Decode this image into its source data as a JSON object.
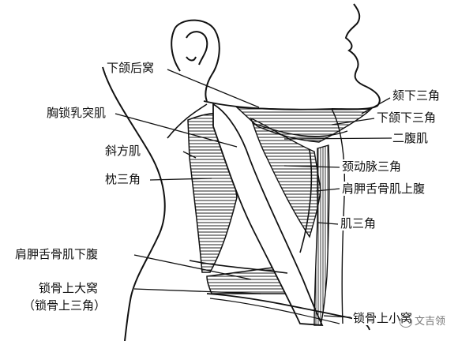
{
  "labels": {
    "retromandibular_fossa": "下颌后窝",
    "sternocleidomastoid": "胸锁乳突肌",
    "scalene": "斜方肌",
    "occipital_triangle": "枕三角",
    "omohyoid_inferior_belly": "肩胛舌骨肌下腹",
    "supraclavicular_fossa": "锁骨上大窝",
    "supraclavicular_triangle": "（锁骨上三角）",
    "submental_triangle": "颏下三角",
    "submandibular_triangle": "下颌下三角",
    "digastric": "二腹肌",
    "carotid_triangle": "颈动脉三角",
    "omohyoid_superior_belly": "肩胛舌骨肌上腹",
    "muscular_triangle": "肌三角",
    "lesser_supraclavicular_fossa": "锁骨上小窝"
  },
  "watermark": {
    "text": "文吉领",
    "icon": "wechat-icon"
  },
  "colors": {
    "ink": "#111111",
    "background": "#ffffff"
  }
}
